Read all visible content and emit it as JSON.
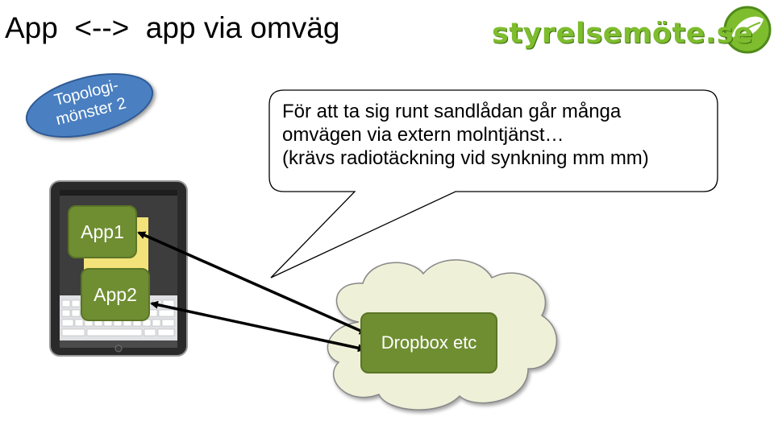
{
  "title": "App  <-->  app via omväg",
  "logo": {
    "text": "styrelsemöte.se",
    "color": "#7ebd2e"
  },
  "badge": {
    "line1": "Topologi-",
    "line2": "mönster 2",
    "color": "#4a7fc1"
  },
  "callout": {
    "line1": "För att ta sig runt sandlådan går många",
    "line2": "omvägen via extern molntjänst…",
    "line3": "(krävs radiotäckning vid synkning mm mm)"
  },
  "apps": {
    "app1": "App1",
    "app2": "App2"
  },
  "cloud": {
    "label": "Dropbox etc",
    "fill": "#eef0d8"
  },
  "colors": {
    "box_green": "#6f8e32",
    "arrow": "#000000"
  }
}
